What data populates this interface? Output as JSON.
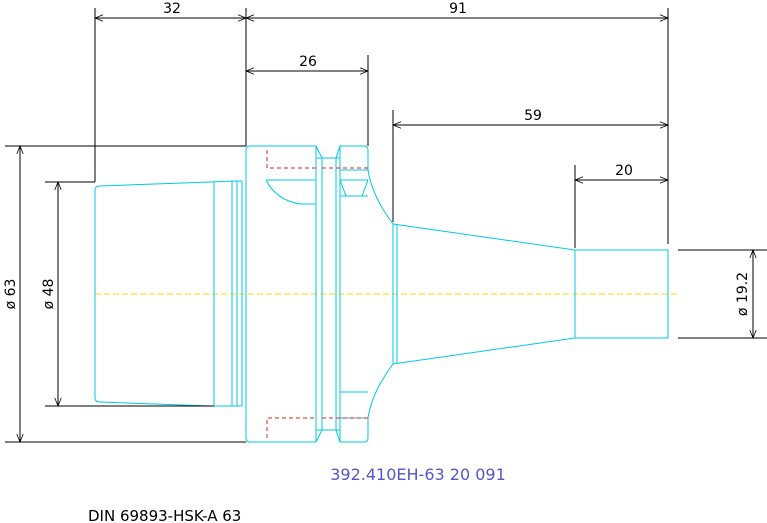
{
  "drawing": {
    "dimensions": {
      "len_32": "32",
      "len_91": "91",
      "len_26": "26",
      "len_59": "59",
      "len_20": "20",
      "dia_63": "ø 63",
      "dia_48": "ø 48",
      "dia_19_2": "ø 19.2"
    },
    "part_number": "392.410EH-63 20 091",
    "standard": "DIN 69893-HSK-A 63"
  },
  "colors": {
    "outline": "#00c8e6",
    "hidden_line": "#e62020",
    "center_line": "#f0e000",
    "part_number_text": "#5656c8",
    "dimension": "#000000"
  }
}
